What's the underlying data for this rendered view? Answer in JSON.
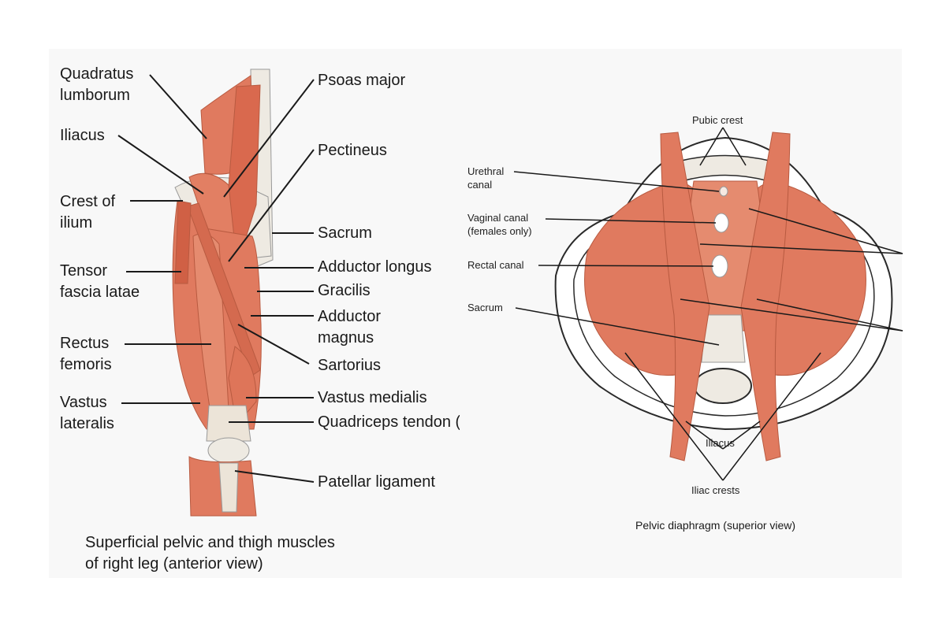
{
  "colors": {
    "muscle": "#e07a5f",
    "muscle_dark": "#c4583e",
    "tendon": "#ece4d8",
    "bone": "#eeeae2",
    "outline": "#2a2a2a",
    "line": "#1a1a1a",
    "panel_bg": "#f8f8f8"
  },
  "left_figure": {
    "labels_left": {
      "quadratus": "Quadratus\nlumborum",
      "iliacus": "Iliacus",
      "crest": "Crest of\nilium",
      "tensor": "Tensor\nfascia latae",
      "rectus": "Rectus\nfemoris",
      "vastus_lat": "Vastus\nlateralis"
    },
    "labels_right": {
      "psoas": "Psoas major",
      "pectineus": "Pectineus",
      "sacrum": "Sacrum",
      "adductor_longus": "Adductor longus",
      "gracilis": "Gracilis",
      "adductor_magnus": "Adductor\nmagnus",
      "sartorius": "Sartorius",
      "vastus_med": "Vastus medialis",
      "quad_tendon": "Quadriceps tendon\n(or patellar tendon)",
      "patellar_lig": "Patellar ligament"
    },
    "caption": "Superficial pelvic and thigh muscles\nof right leg (anterior view)"
  },
  "right_figure": {
    "labels": {
      "pubic_crest": "Pubic crest",
      "urethral": "Urethral\ncanal",
      "vaginal": "Vaginal canal\n(females only)",
      "rectal": "Rectal canal",
      "sacrum": "Sacrum",
      "iliacus": "Iliacus",
      "iliac_crests": "Iliac crests"
    },
    "caption": "Pelvic diaphragm (superior view)"
  }
}
